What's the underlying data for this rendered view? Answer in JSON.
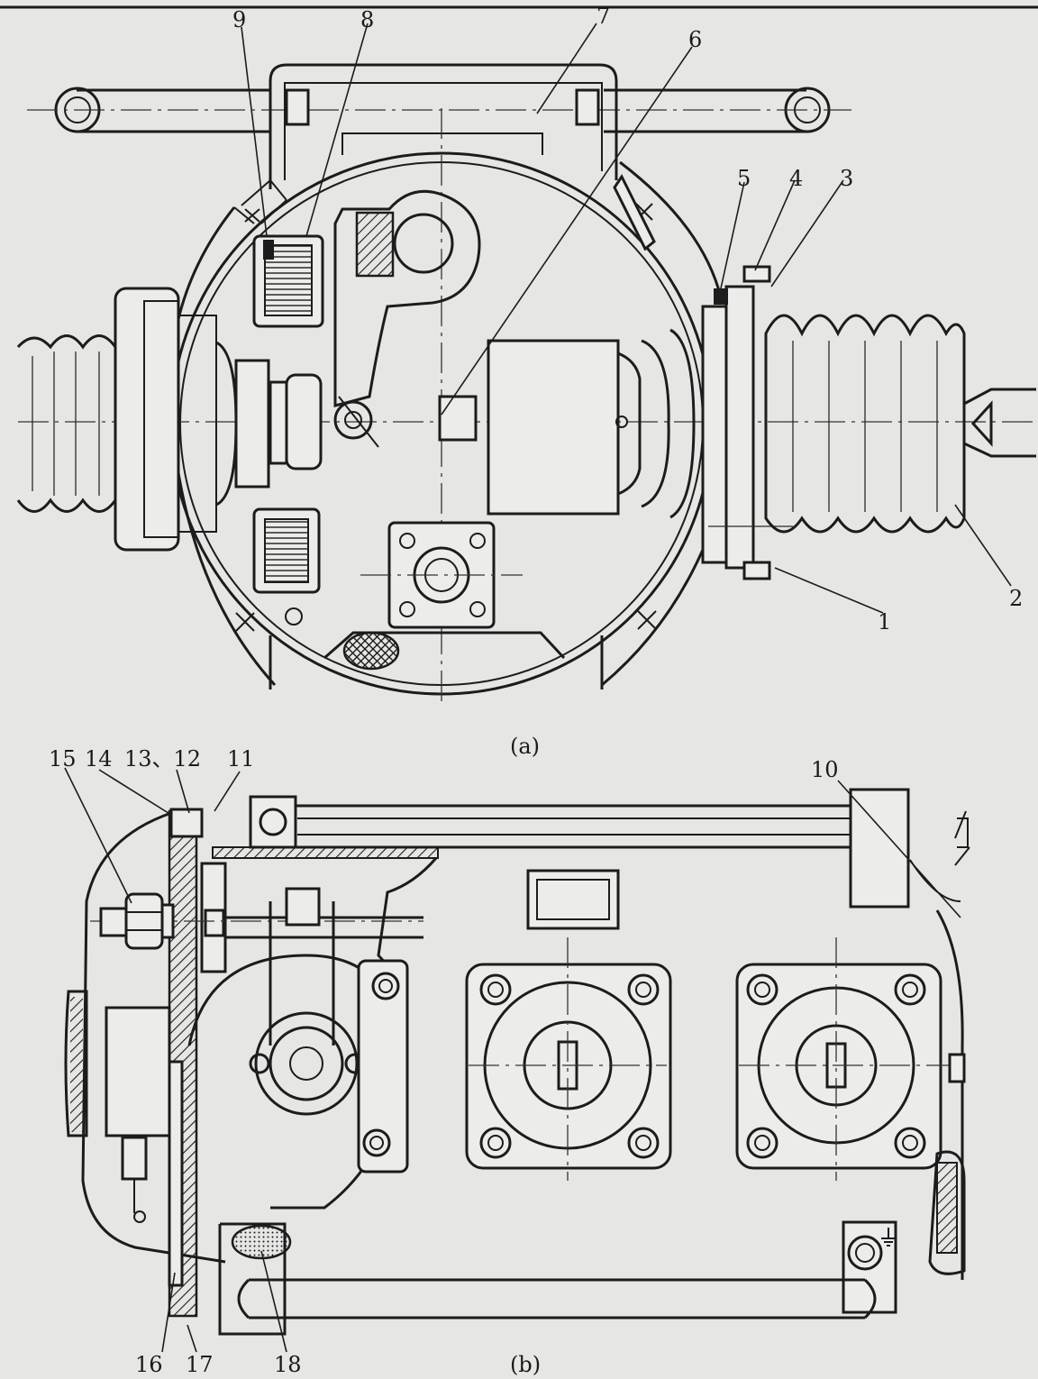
{
  "views": [
    {
      "id": "a",
      "caption": "(a)"
    },
    {
      "id": "b",
      "caption": "(b)"
    }
  ],
  "callouts_a": [
    "1",
    "2",
    "3",
    "4",
    "5",
    "6",
    "7",
    "8",
    "9"
  ],
  "callouts_b": [
    "10",
    "11",
    "13、12",
    "14",
    "15",
    "16",
    "17",
    "18"
  ]
}
